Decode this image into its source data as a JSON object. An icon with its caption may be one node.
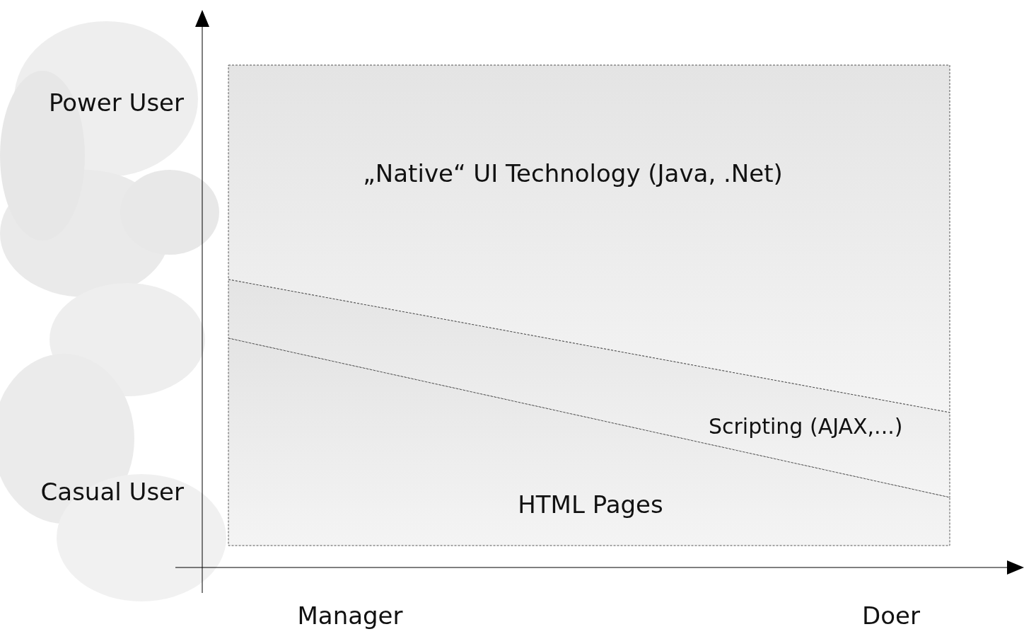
{
  "diagram": {
    "nodes": [
      {
        "text": [
          "„Native“ UI Technology (Java, .Net)"
        ]
      },
      {
        "text": [
          "Scripting (AJAX,...)"
        ]
      },
      {
        "text": [
          "HTML Pages"
        ]
      }
    ],
    "labels": [
      "Power User",
      "Casual User",
      "Manager",
      "Doer"
    ]
  }
}
